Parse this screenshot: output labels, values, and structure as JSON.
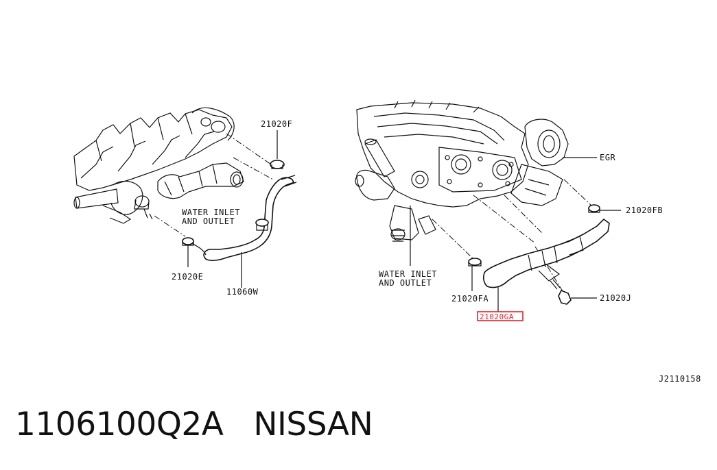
{
  "labels": {
    "left_clip_top": "21020F",
    "left_water": "WATER INLET",
    "left_water2": "AND OUTLET",
    "left_clip_bottom": "21020E",
    "left_hose": "11060W",
    "egr": "EGR",
    "right_clip_fb": "21020FB",
    "right_water": "WATER INLET",
    "right_water2": "AND OUTLET",
    "right_clip_fa": "21020FA",
    "right_bolt": "21020J",
    "highlight": "21020GA",
    "diagram_code": "J2110158"
  },
  "footer": {
    "part_number": "1106100Q2A",
    "brand": "NISSAN"
  },
  "colors": {
    "highlight": "#e8202a",
    "ink": "#111111"
  }
}
